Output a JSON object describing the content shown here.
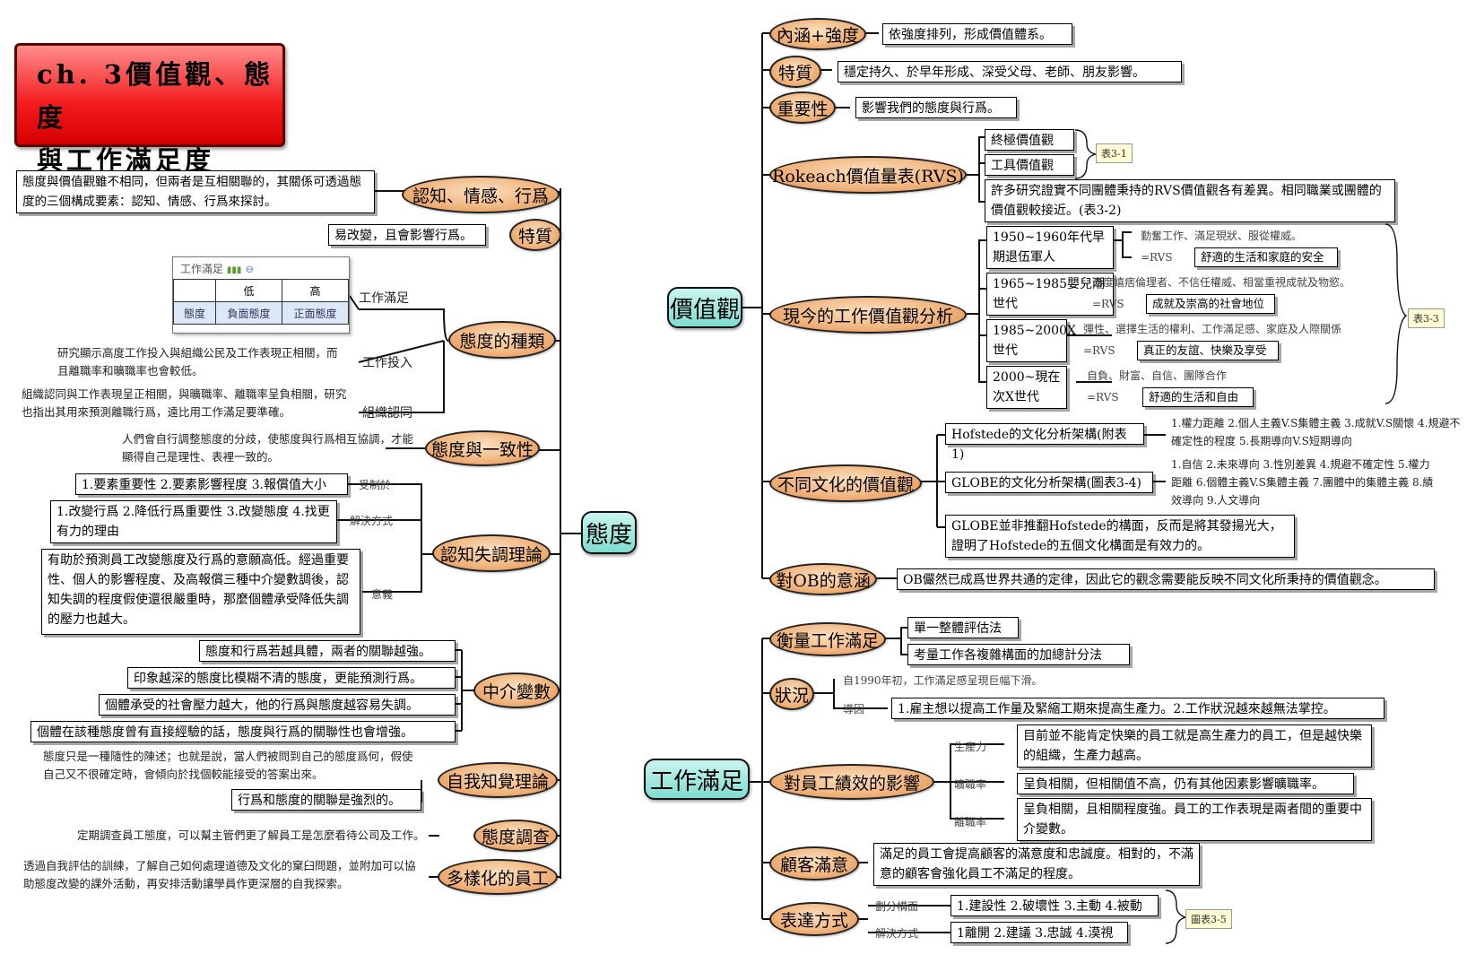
{
  "title": {
    "line1": "ch. 3價值觀、態度",
    "line2": "與工作滿足度"
  },
  "centers": {
    "attitude": "態度",
    "values": "價值觀",
    "satisfaction": "工作滿足"
  },
  "attitude": {
    "cognition": {
      "label": "認知、情感、行爲",
      "text": "態度與價值觀雖不相同，但兩者是互相關聯的，其關係可透過態度的三個構成要素：認知、情感、行爲來探討。"
    },
    "trait": {
      "label": "特質",
      "text": "易改變，且會影響行爲。"
    },
    "types": {
      "label": "態度的種類",
      "job_satisfaction": "工作滿足",
      "job_involvement": "工作投入",
      "org_identification": "組織認同",
      "table": {
        "caption": "工作滿足",
        "col_high": "高",
        "col_low": "低",
        "row_label": "態度",
        "low_val": "負面態度",
        "high_val": "正面態度"
      },
      "involvement_note": "研究顯示高度工作投入與組織公民及工作表現正相關，而且離職率和曠職率也會較低。",
      "identification_note": "組織認同與工作表現呈正相關，與曠職率、離職率呈負相關，研究也指出其用來預測離職行爲，遠比用工作滿足要準確。"
    },
    "consistency": {
      "label": "態度與一致性",
      "text": "人們會自行調整態度的分歧，使態度與行爲相互協調，才能顯得自己是理性、表裡一致的。"
    },
    "dissonance": {
      "label": "認知失調理論",
      "limited_by": "受制於",
      "limited_text": "1.要素重要性 2.要素影響程度 3.報償值大小",
      "solution": "解決方式",
      "solution_text": "1.改變行爲 2.降低行爲重要性 3.改變態度 4.找更有力的理由",
      "meaning": "意義",
      "meaning_text": "有助於預測員工改變態度及行爲的意願高低。經過重要性、個人的影響程度、及高報償三種中介變數調後，認知失調的程度假使還很嚴重時，那麼個體承受降低失調的壓力也越大。"
    },
    "mediator": {
      "label": "中介變數",
      "items": [
        "態度和行爲若越具體，兩者的關聯越強。",
        "印象越深的態度比模糊不清的態度，更能預測行爲。",
        "個體承受的社會壓力越大，他的行爲與態度越容易失調。",
        "個體在該種態度曾有直接經驗的話，態度與行爲的關聯性也會增強。"
      ]
    },
    "self_perception": {
      "label": "自我知覺理論",
      "note": "態度只是一種隨性的陳述；也就是說，當人們被問到自己的態度爲何，假使自己又不很確定時，會傾向於找個較能接受的答案出來。",
      "text": "行爲和態度的關聯是強烈的。"
    },
    "survey": {
      "label": "態度調查",
      "text": "定期調查員工態度，可以幫主管們更了解員工是怎麼看待公司及工作。"
    },
    "diversity": {
      "label": "多樣化的員工",
      "text": "透過自我評估的訓練，了解自己如何處理道德及文化的窠臼問題，並附加可以協助態度改變的課外活動，再安排活動讓學員作更深層的自我探索。"
    }
  },
  "values": {
    "connotation": {
      "label": "內涵+強度",
      "text": "依強度排列，形成價值體系。"
    },
    "trait": {
      "label": "特質",
      "text": "穩定持久、於早年形成、深受父母、老師、朋友影響。"
    },
    "importance": {
      "label": "重要性",
      "text": "影響我們的態度與行爲。"
    },
    "rvs": {
      "label": "Rokeach價值量表(RVS)",
      "terminal": "終極價值觀",
      "instrumental": "工具價值觀",
      "tag": "表3-1",
      "text": "許多研究證實不同團體秉持的RVS價值觀各有差異。相同職業或團體的價值觀較接近。(表3-2)"
    },
    "current": {
      "label": "現今的工作價值觀分析",
      "tag": "表3-3",
      "groups": [
        {
          "name": "1950~1960年代早期退伍軍人",
          "traits": "勤奮工作、滿足現狀、服從權威。",
          "rvs": "=RVS",
          "value": "舒適的生活和家庭的安全"
        },
        {
          "name": "1965~1985嬰兒潮世代",
          "traits": "高度嬉痞倫理者、不信任權威、相當重視成就及物慾。",
          "rvs": "=RVS",
          "value": "成就及崇高的社會地位"
        },
        {
          "name": "1985~2000X世代",
          "traits": "彈性、選擇生活的權利、工作滿足感、家庭及人際關係",
          "rvs": "=RVS",
          "value": "真正的友誼、快樂及享受"
        },
        {
          "name": "2000~現在次X世代",
          "traits": "自負、財富、自信、團隊合作",
          "rvs": "=RVS",
          "value": "舒適的生活和自由"
        }
      ]
    },
    "culture": {
      "label": "不同文化的價值觀",
      "hofstede": "Hofstede的文化分析架構(附表1)",
      "hofstede_text": "1.權力距離 2.個人主義V.S集體主義 3.成就V.S關懷 4.規避不確定性的程度 5.長期導向V.S短期導向",
      "globe": "GLOBE的文化分析架構(圖表3-4)",
      "globe_text": "1.自信 2.未來導向 3.性別差異 4.規避不確定性 5.權力距離 6.個體主義V.S集體主義 7.團體中的集體主義 8.績效導向 9.人文導向",
      "globe_note": "GLOBE並非推翻Hofstede的構面，反而是將其發揚光大，證明了Hofstede的五個文化構面是有效力的。"
    },
    "ob": {
      "label": "對OB的意涵",
      "text": "OB儼然已成爲世界共通的定律，因此它的觀念需要能反映不同文化所秉持的價值觀念。"
    }
  },
  "satisfaction": {
    "measure": {
      "label": "衡量工作滿足",
      "items": [
        "單一整體評估法",
        "考量工作各複雜構面的加總計分法"
      ]
    },
    "status": {
      "label": "狀況",
      "note": "自1990年初，工作滿足感呈現巨幅下滑。",
      "cause": "導因",
      "cause_text": "1.雇主想以提高工作量及緊縮工期來提高生產力。2.工作狀況越來越無法掌控。"
    },
    "performance": {
      "label": "對員工績效的影響",
      "productivity": "生產力",
      "productivity_text": "目前並不能肯定快樂的員工就是高生產力的員工，但是越快樂的組織，生產力越高。",
      "absence": "曠職率",
      "absence_text": "呈負相關，但相關值不高，仍有其他因素影響曠職率。",
      "turnover": "離職率",
      "turnover_text": "呈負相關，且相關程度強。員工的工作表現是兩者間的重要中介變數。"
    },
    "customer": {
      "label": "顧客滿意",
      "text": "滿足的員工會提高顧客的滿意度和忠誠度。相對的，不滿意的顧客會強化員工不滿足的程度。"
    },
    "expression": {
      "label": "表達方式",
      "dimension": "劃分構面",
      "dimension_text": "1.建設性 2.破壞性 3.主動 4.被動",
      "solution": "解決方式",
      "solution_text": "1離開 2.建議 3.忠誠 4.漠視",
      "tag": "圖表3-5"
    }
  }
}
